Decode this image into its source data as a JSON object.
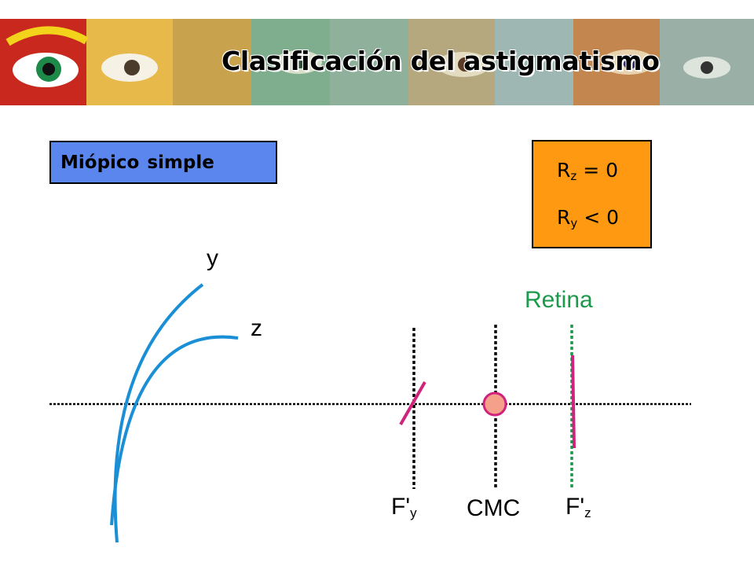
{
  "slide": {
    "title": "Clasificación del astigmatismo",
    "banner_icon": "eye-mural-banner",
    "type_label_word1": "Miópico",
    "type_label_word2": "simple",
    "conditions": [
      {
        "symbol": "R",
        "sub": "z",
        "relation": "= 0"
      },
      {
        "symbol": "R",
        "sub": "y",
        "relation": "< 0"
      }
    ]
  },
  "diagram": {
    "meridian_y_label": "y",
    "meridian_z_label": "z",
    "retina_label": "Retina",
    "focus_y": {
      "main": "F'",
      "sub": "y"
    },
    "cmc_label": "CMC",
    "focus_z": {
      "main": "F'",
      "sub": "z"
    }
  },
  "colors": {
    "type_box_bg": "#5b86ee",
    "conditions_box_bg": "#ff9912",
    "meridian_curves": "#1a8fd6",
    "focal_lines": "#d0237d",
    "retina": "#1a9a4a",
    "cmc_fill": "#f4a08a"
  }
}
